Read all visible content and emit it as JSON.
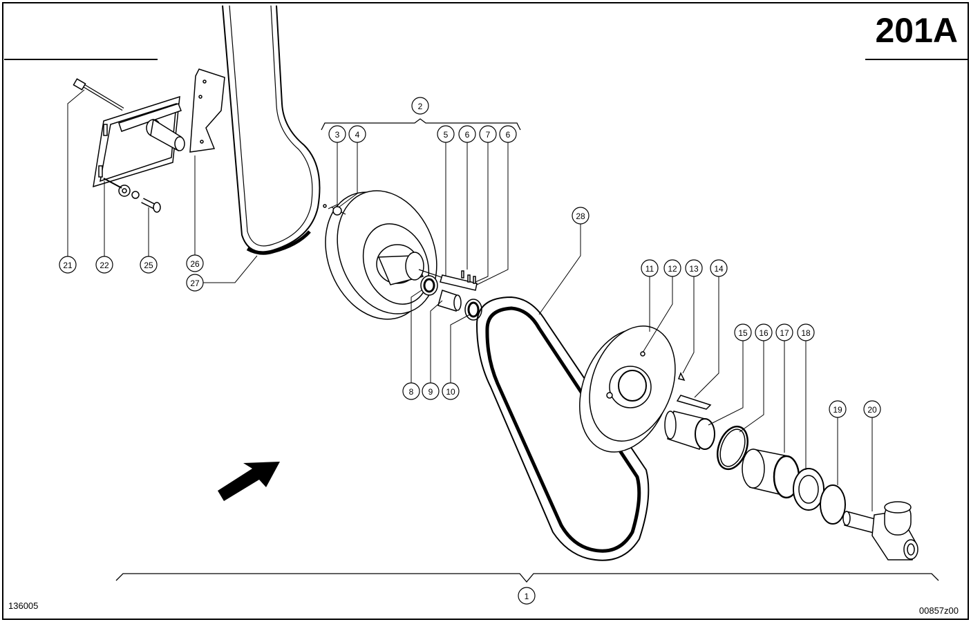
{
  "page": {
    "title": "201A",
    "ref_left": "136005",
    "ref_right": "00857z00"
  },
  "callouts": [
    {
      "id": "c1",
      "label": "1"
    },
    {
      "id": "c2",
      "label": "2"
    },
    {
      "id": "c3",
      "label": "3"
    },
    {
      "id": "c4",
      "label": "4"
    },
    {
      "id": "c5",
      "label": "5"
    },
    {
      "id": "c6a",
      "label": "6"
    },
    {
      "id": "c7",
      "label": "7"
    },
    {
      "id": "c6b",
      "label": "6"
    },
    {
      "id": "c8",
      "label": "8"
    },
    {
      "id": "c9",
      "label": "9"
    },
    {
      "id": "c10",
      "label": "10"
    },
    {
      "id": "c11",
      "label": "11"
    },
    {
      "id": "c12",
      "label": "12"
    },
    {
      "id": "c13",
      "label": "13"
    },
    {
      "id": "c14",
      "label": "14"
    },
    {
      "id": "c15",
      "label": "15"
    },
    {
      "id": "c16",
      "label": "16"
    },
    {
      "id": "c17",
      "label": "17"
    },
    {
      "id": "c18",
      "label": "18"
    },
    {
      "id": "c19",
      "label": "19"
    },
    {
      "id": "c20",
      "label": "20"
    },
    {
      "id": "c21",
      "label": "21"
    },
    {
      "id": "c22",
      "label": "22"
    },
    {
      "id": "c25",
      "label": "25"
    },
    {
      "id": "c26",
      "label": "26"
    },
    {
      "id": "c27",
      "label": "27"
    },
    {
      "id": "c28",
      "label": "28"
    }
  ]
}
